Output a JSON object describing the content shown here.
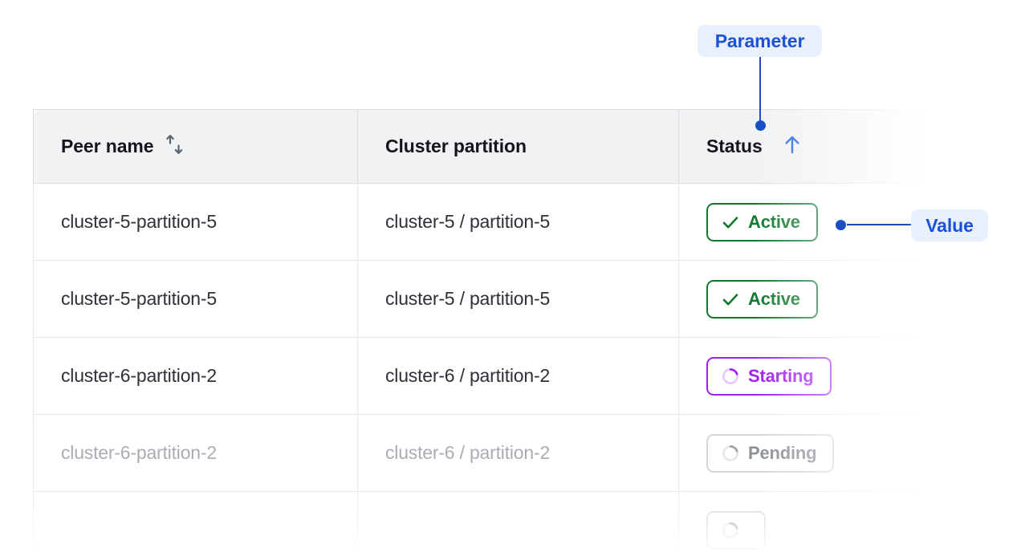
{
  "table": {
    "columns": [
      {
        "id": "peer-name",
        "label": "Peer name",
        "sort_icon": "sort-updown-icon",
        "sort_state": "none"
      },
      {
        "id": "cluster-partition",
        "label": "Cluster partition",
        "sort_icon": "",
        "sort_state": "none"
      },
      {
        "id": "status",
        "label": "Status",
        "sort_icon": "sort-up-icon",
        "sort_state": "ascending"
      }
    ],
    "rows": [
      {
        "peer_name": "cluster-5-partition-5",
        "cluster_partition": "cluster-5 / partition-5",
        "status": "Active",
        "status_kind": "active",
        "status_icon": "check-icon",
        "dimmed": false
      },
      {
        "peer_name": "cluster-5-partition-5",
        "cluster_partition": "cluster-5 / partition-5",
        "status": "Active",
        "status_kind": "active",
        "status_icon": "check-icon",
        "dimmed": false
      },
      {
        "peer_name": "cluster-6-partition-2",
        "cluster_partition": "cluster-6 / partition-2",
        "status": "Starting",
        "status_kind": "starting",
        "status_icon": "spinner-icon",
        "dimmed": false
      },
      {
        "peer_name": "cluster-6-partition-2",
        "cluster_partition": "cluster-6 / partition-2",
        "status": "Pending",
        "status_kind": "pending",
        "status_icon": "spinner-icon",
        "dimmed": true
      },
      {
        "peer_name": "",
        "cluster_partition": "",
        "status": "",
        "status_kind": "pending",
        "status_icon": "spinner-icon",
        "dimmed": true
      }
    ]
  },
  "annotations": {
    "parameter": {
      "label": "Parameter"
    },
    "value": {
      "label": "Value"
    }
  },
  "colors": {
    "accent_blue": "#1a4fc4",
    "annotation_badge_bg": "#e8f0fe",
    "annotation_text": "#1c51d6",
    "status_active": "#12792f",
    "status_starting": "#a020f0",
    "status_pending": "#8b8f96",
    "header_bg": "#f1f2f4",
    "text_primary": "#2e3138",
    "text_dimmed": "#a9acb3",
    "border": "#e6e8eb"
  }
}
